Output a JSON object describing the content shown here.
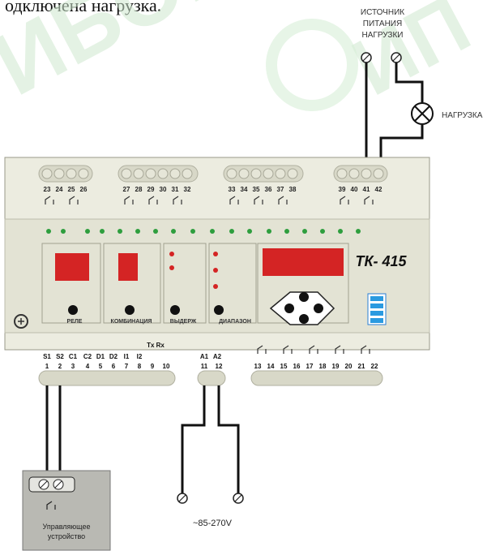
{
  "intro_text": "одключена нагрузка.",
  "watermark": {
    "text_left": "ИБОР",
    "text_right": "ИП"
  },
  "supply": {
    "label_lines": [
      "ИСТОЧНИК",
      "ПИТАНИЯ",
      "НАГРУЗКИ"
    ]
  },
  "load": {
    "label": "НАГРУЗКА"
  },
  "device": {
    "model": "ТК- 415",
    "top_terminal_groups": [
      {
        "numbers": [
          "23",
          "24",
          "25",
          "26"
        ]
      },
      {
        "numbers": [
          "27",
          "28",
          "29",
          "30",
          "31",
          "32"
        ]
      },
      {
        "numbers": [
          "33",
          "34",
          "35",
          "36",
          "37",
          "38"
        ]
      },
      {
        "numbers": [
          "39",
          "40",
          "41",
          "42"
        ]
      }
    ],
    "section_labels": [
      "РЕЛЕ",
      "КОМБИНАЦИЯ",
      "ВЫДЕРЖ",
      "ДИАПАЗОН"
    ],
    "bottom_left_labels": [
      "S1",
      "S2",
      "C1",
      "C2",
      "D1",
      "D2",
      "I1",
      "I2"
    ],
    "bottom_left_numbers": [
      "1",
      "2",
      "3",
      "4",
      "5",
      "6",
      "7",
      "8",
      "9",
      "10"
    ],
    "interface_label": "Tx Rx",
    "power_labels": [
      "A1",
      "A2"
    ],
    "power_numbers": [
      "11",
      "12"
    ],
    "bottom_right_numbers": [
      "13",
      "14",
      "15",
      "16",
      "17",
      "18",
      "19",
      "20",
      "21",
      "22"
    ]
  },
  "controller": {
    "label_lines": [
      "Управляющее",
      "устройство"
    ]
  },
  "power_supply": {
    "label": "~85-270V"
  }
}
